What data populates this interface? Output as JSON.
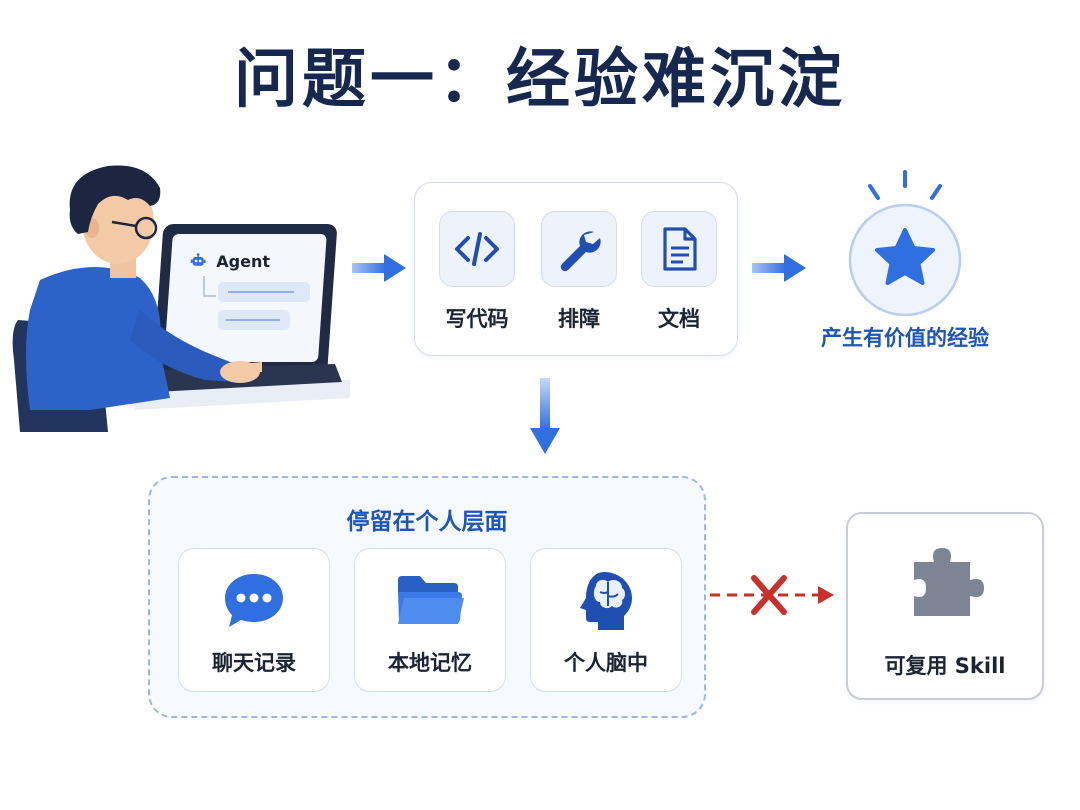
{
  "title": "问题一：经验难沉淀",
  "laptop": {
    "agent_label": "Agent"
  },
  "tasks": [
    {
      "label": "写代码",
      "icon": "code-icon"
    },
    {
      "label": "排障",
      "icon": "wrench-icon"
    },
    {
      "label": "文档",
      "icon": "document-icon"
    }
  ],
  "value_label": "产生有价值的经验",
  "personal": {
    "title": "停留在个人层面",
    "items": [
      {
        "label": "聊天记录",
        "icon": "chat-bubble-icon"
      },
      {
        "label": "本地记忆",
        "icon": "folder-icon"
      },
      {
        "label": "个人脑中",
        "icon": "brain-head-icon"
      }
    ]
  },
  "skill_label": "可复用 Skill",
  "colors": {
    "title": "#16284f",
    "accent_blue": "#2f6fe0",
    "label_blue": "#1d55b8",
    "blocked_red": "#c8302b",
    "puzzle_gray": "#7d8594"
  }
}
